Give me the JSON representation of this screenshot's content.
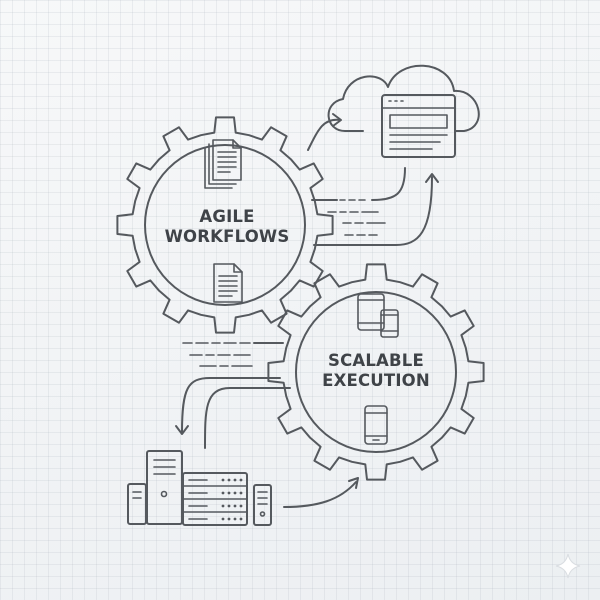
{
  "gears": {
    "agile": {
      "line1": "AGILE",
      "line2": "WORKFLOWS"
    },
    "scalable": {
      "line1": "SCALABLE",
      "line2": "EXECUTION"
    }
  },
  "icons": {
    "cloud": "cloud-browser-icon",
    "document_top": "document-icon",
    "document_bottom": "document-icon",
    "devices": "tablet-phone-icon",
    "phone": "smartphone-icon",
    "servers": "server-rack-icon",
    "star": "sparkle-icon"
  },
  "colors": {
    "line": "#55595e",
    "background": "#eef1f3"
  }
}
